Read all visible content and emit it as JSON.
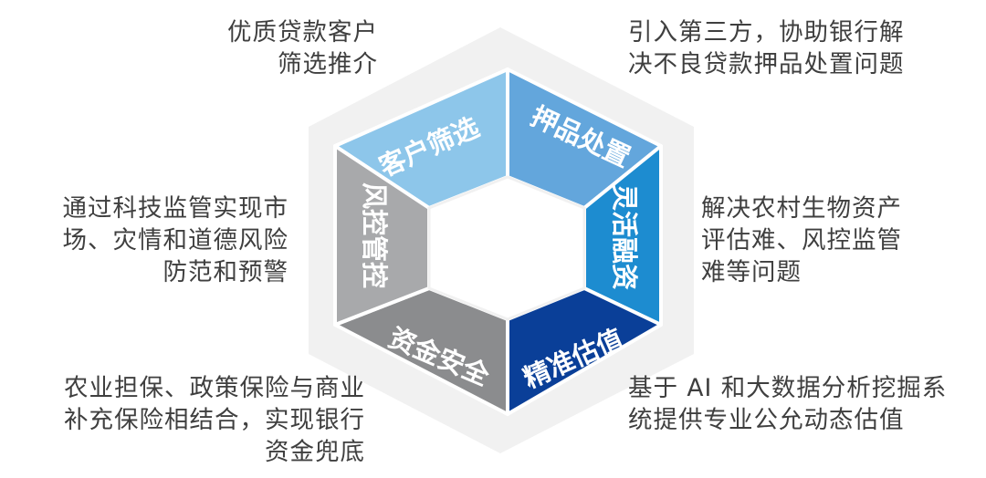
{
  "segments": {
    "customer_screening": {
      "label": "客户筛选",
      "color": "#8dc6ea"
    },
    "collateral_disposal": {
      "label": "押品处置",
      "color": "#63a6dc"
    },
    "flexible_financing": {
      "label": "灵活融资",
      "color": "#1d8cd0"
    },
    "precise_valuation": {
      "label": "精准估值",
      "color": "#0a3f98"
    },
    "fund_security": {
      "label": "资金安全",
      "color": "#8b8c8e"
    },
    "risk_control": {
      "label": "风控管控",
      "color": "#a8a9ab"
    }
  },
  "descriptions": {
    "customer_screening": [
      "优质贷款客户",
      "筛选推介"
    ],
    "collateral_disposal": [
      "引入第三方，协助银行解",
      "决不良贷款押品处置问题"
    ],
    "flexible_financing": [
      "解决农村生物资产",
      "评估难、风控监管",
      "难等问题"
    ],
    "precise_valuation": [
      "基于 AI 和大数据分析挖掘系",
      "统提供专业公允动态估值"
    ],
    "fund_security": [
      "农业担保、政策保险与商业",
      "补充保险相结合，实现银行",
      "资金兜底"
    ],
    "risk_control": [
      "通过科技监管实现市",
      "场、灾情和道德风险",
      "防范和预警"
    ]
  }
}
